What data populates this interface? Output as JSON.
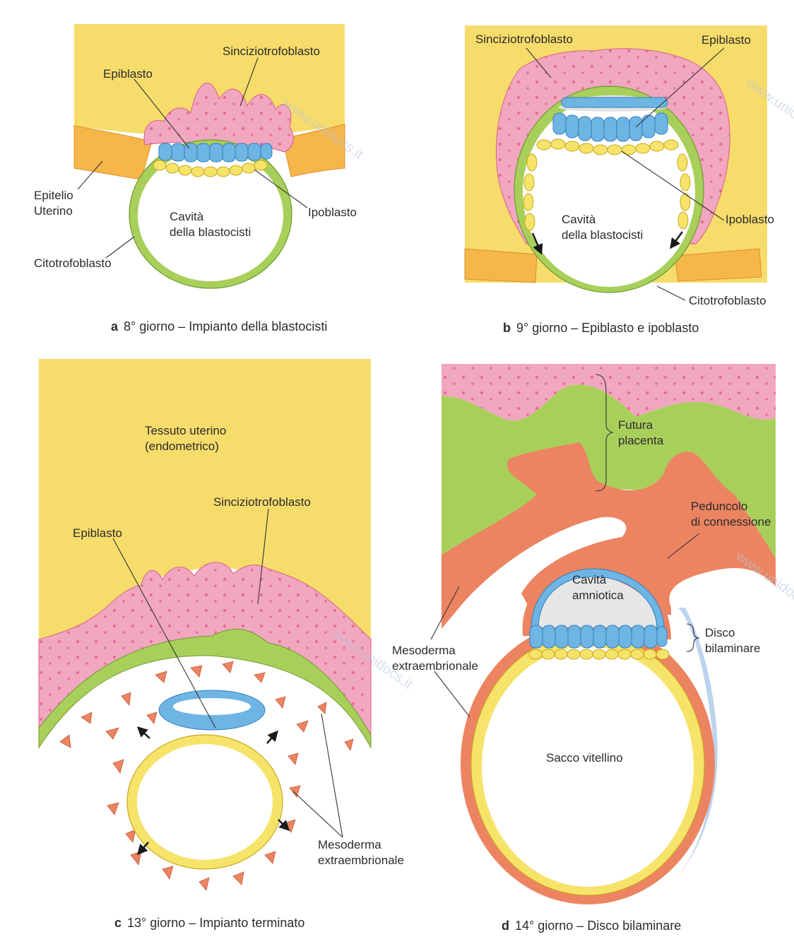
{
  "colors": {
    "uterine_tissue": "#f6dc6b",
    "syncytiotrophoblast": "#f1a7bf",
    "cytotrophoblast": "#a9cf5b",
    "epithelium": "#f5b64a",
    "epiblast": "#6fb5e4",
    "hypoblast": "#f6e36a",
    "mesoderm": "#ec8461",
    "background": "#ffffff"
  },
  "panels": {
    "a": {
      "letter": "a",
      "caption": "8° giorno – Impianto della blastocisti",
      "labels": {
        "sinciziotrofoblasto": "Sinciziotrofoblasto",
        "epiblasto": "Epiblasto",
        "epitelio": [
          "Epitelio",
          "Uterino"
        ],
        "cavita": [
          "Cavità",
          "della blastocisti"
        ],
        "ipoblasto": "Ipoblasto",
        "citotrofoblasto": "Citotrofoblasto"
      }
    },
    "b": {
      "letter": "b",
      "caption": "9° giorno – Epiblasto e ipoblasto",
      "labels": {
        "sinciziotrofoblasto": "Sinciziotrofoblasto",
        "epiblasto": "Epiblasto",
        "cavita": [
          "Cavità",
          "della blastocisti"
        ],
        "ipoblasto": "Ipoblasto",
        "citotrofoblasto": "Citotrofoblasto"
      }
    },
    "c": {
      "letter": "c",
      "caption": "13° giorno – Impianto terminato",
      "labels": {
        "tessuto": [
          "Tessuto uterino",
          "(endometrico)"
        ],
        "sinciziotrofoblasto": "Sinciziotrofoblasto",
        "epiblasto": "Epiblasto",
        "mesoderma": [
          "Mesoderma",
          "extraembrionale"
        ]
      }
    },
    "d": {
      "letter": "d",
      "caption": "14° giorno – Disco bilaminare",
      "labels": {
        "futura": [
          "Futura",
          "placenta"
        ],
        "peduncolo": [
          "Peduncolo",
          "di connessione"
        ],
        "cavita": [
          "Cavità",
          "amniotica"
        ],
        "disco": [
          "Disco",
          "bilaminare"
        ],
        "mesoderma": [
          "Mesoderma",
          "extraembrionale"
        ],
        "sacco": "Sacco vitellino"
      }
    }
  },
  "watermark": "www.unidocs.it"
}
